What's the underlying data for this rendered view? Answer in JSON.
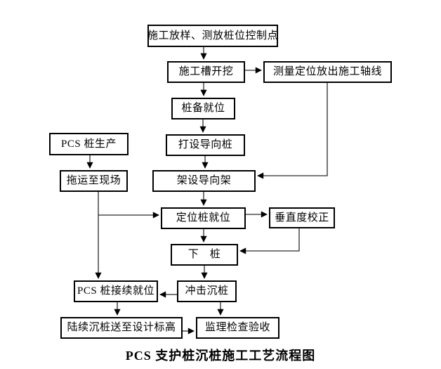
{
  "caption": "PCS 支护桩沉桩施工工艺流程图",
  "nodes": {
    "survey_layout": {
      "label": "施工放样、测放桩位控制点"
    },
    "trench_excavation": {
      "label": "施工槽开挖"
    },
    "axis_setting_out": {
      "label": "测量定位放出施工轴线"
    },
    "pile_ready": {
      "label": "桩备就位"
    },
    "pcs_pile_production": {
      "label": "PCS 桩生产"
    },
    "drive_guide_pile": {
      "label": "打设导向桩"
    },
    "haul_to_site": {
      "label": "拖运至现场"
    },
    "erect_guide_frame": {
      "label": "架设导向架"
    },
    "positioning_pile": {
      "label": "定位桩就位"
    },
    "verticality_check": {
      "label": "垂直度校正"
    },
    "lower_pile": {
      "label": "下　桩"
    },
    "pcs_pile_splicing": {
      "label": "PCS 桩接续就位"
    },
    "impact_sinking": {
      "label": "冲击沉桩"
    },
    "sink_to_elevation": {
      "label": "陆续沉桩送至设计标高"
    },
    "supervision_check": {
      "label": "监理检查验收"
    }
  },
  "colors": {
    "box_border": "#000000",
    "line": "#2b2b2b",
    "background": "#ffffff",
    "text": "#000000"
  }
}
